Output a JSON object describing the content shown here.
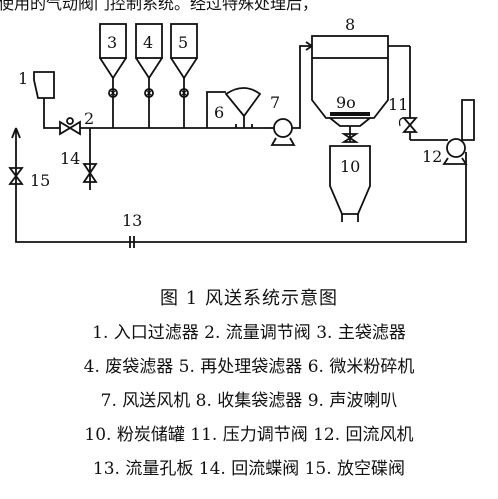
{
  "top_text": "使用的气动阀门控制系统。经过特殊处理后，",
  "labels": {
    "n1": "1",
    "n2": "2",
    "n3": "3",
    "n4": "4",
    "n5": "5",
    "n6": "6",
    "n7": "7",
    "n8": "8",
    "n9": "9o",
    "n10": "10",
    "n11": "11",
    "n12": "12",
    "n13": "13",
    "n14": "14",
    "n15": "15"
  },
  "caption": {
    "title": "图 1   风送系统示意图",
    "lines": [
      "1. 入口过滤器  2. 流量调节阀  3. 主袋滤器",
      "4. 废袋滤器  5. 再处理袋滤器  6. 微米粉碎机",
      "7. 风送风机  8. 收集袋滤器  9. 声波喇叭",
      "10. 粉炭储罐  11. 压力调节阀  12. 回流风机",
      "13. 流量孔板  14. 回流蝶阀  15. 放空碟阀"
    ]
  }
}
